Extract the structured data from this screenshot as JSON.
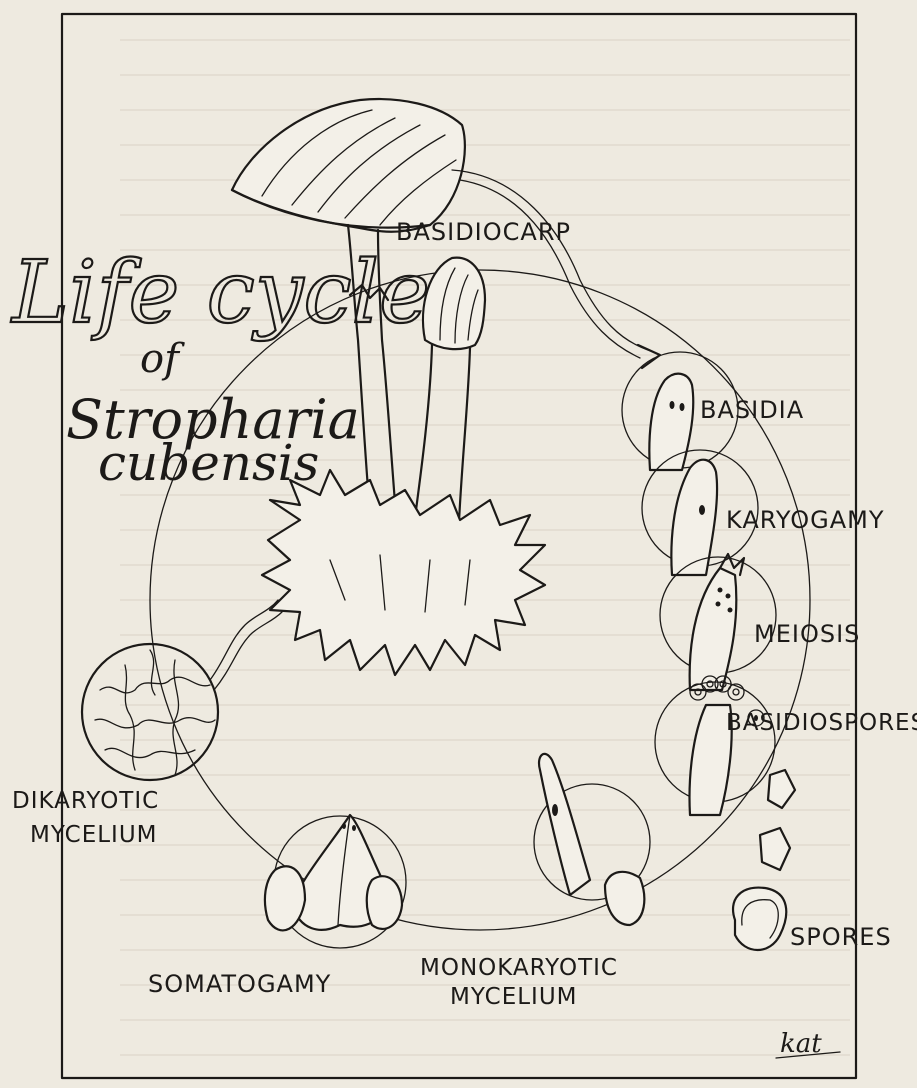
{
  "title": {
    "line1": "Life cycle",
    "line2": "of",
    "line3": "Strophariа",
    "line4": "cubensis"
  },
  "labels": {
    "basidiocarp": "BASIDIOCARP",
    "basidia": "BASIDIA",
    "karyogamy": "KARYOGAMY",
    "meiosis": "MEIOSIS",
    "basidiospores": "BASIDIOSPORES",
    "spores": "SPORES",
    "monokaryotic_1": "MONOKARYOTIC",
    "monokaryotic_2": "MYCELIUM",
    "somatogamy": "SOMATOGAMY",
    "dikaryotic_1": "DIKARYOTIC",
    "dikaryotic_2": "MYCELIUM"
  },
  "signature": "kat"
}
